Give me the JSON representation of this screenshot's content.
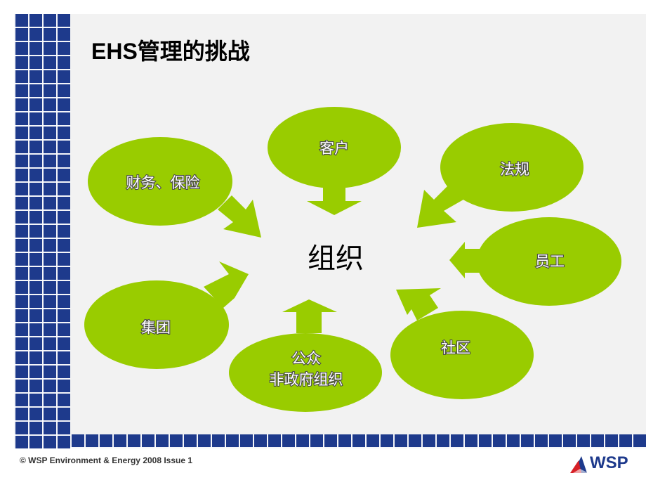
{
  "slide": {
    "title": "EHS管理的挑战",
    "footer": "© WSP Environment & Energy 2008 Issue 1",
    "logo_text": "WSP"
  },
  "diagram": {
    "center": "组织",
    "node_color": "#99cc00",
    "grid_color": "#1e3a8c",
    "nodes": [
      {
        "id": "customer",
        "lines": [
          "客户"
        ]
      },
      {
        "id": "finance-insurance",
        "lines": [
          "财务、保险"
        ]
      },
      {
        "id": "regulations",
        "lines": [
          "法规"
        ]
      },
      {
        "id": "employees",
        "lines": [
          "员工"
        ]
      },
      {
        "id": "group",
        "lines": [
          "集团"
        ]
      },
      {
        "id": "public-ngo",
        "lines": [
          "公众",
          "非政府组织"
        ]
      },
      {
        "id": "community",
        "lines": [
          "社区"
        ]
      }
    ]
  }
}
